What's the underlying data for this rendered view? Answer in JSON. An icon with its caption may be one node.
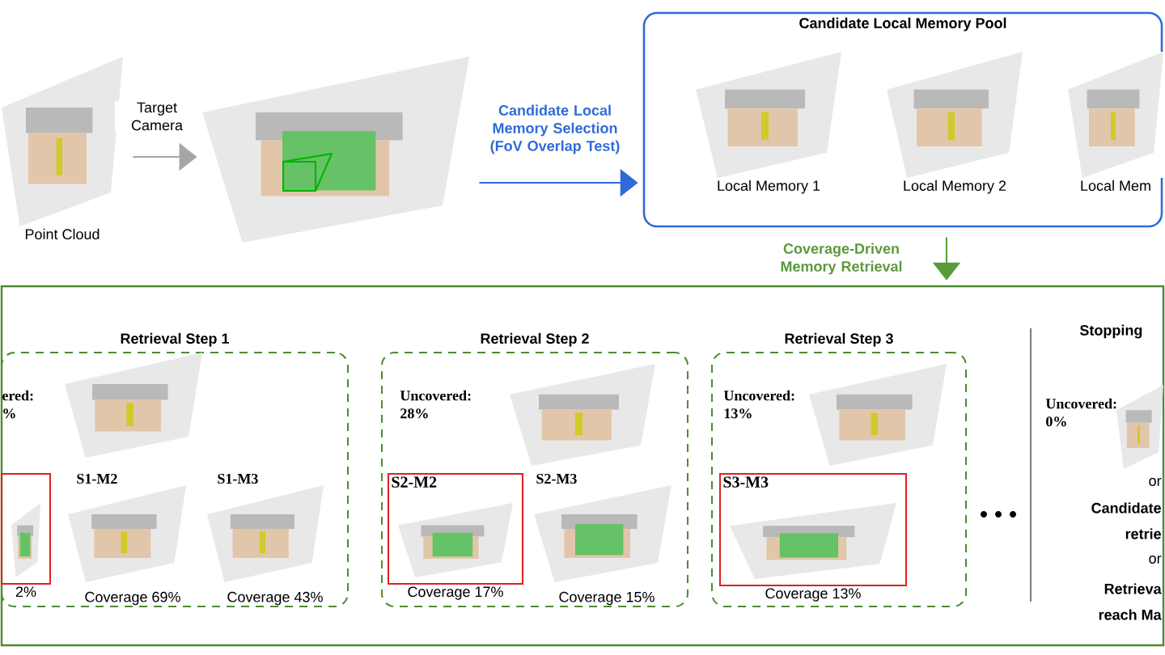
{
  "diagram": {
    "nodes": [
      {
        "text": [],
        "shape": "picture",
        "beside": [
          "Point Cloud"
        ]
      },
      {
        "text": [],
        "shape": "picture"
      },
      {
        "text": [
          "Candidate Local Memory Pool"
        ]
      },
      {
        "text": [],
        "shape": "picture",
        "in": 2,
        "beside": [
          "Local Memory 1"
        ]
      },
      {
        "text": [],
        "shape": "picture",
        "in": 2,
        "beside": [
          "Local Memory 2"
        ]
      },
      {
        "text": [],
        "shape": "picture",
        "in": 2,
        "beside": [
          "Local Mem"
        ]
      },
      {
        "text": [],
        "shape": "box"
      },
      {
        "text": [
          "Retrieval Step 1"
        ],
        "in": 6
      },
      {
        "text": [
          "Retrieval Step 2"
        ],
        "in": 6
      },
      {
        "text": [
          "Retrieval Step 3"
        ],
        "in": 6
      },
      {
        "text": [],
        "shape": "box",
        "in": 7,
        "beside": [
          "2%"
        ]
      },
      {
        "text": [
          "S2-M2"
        ],
        "in": 8,
        "beside": [
          "Coverage 17%"
        ]
      },
      {
        "text": [
          "S3-M3"
        ],
        "in": 9,
        "beside": [
          "Coverage 13%"
        ]
      }
    ],
    "edges": [
      {
        "from": 0,
        "to": 1,
        "arrow": "to",
        "label": "Target Camera",
        "color": "#a6a6a6"
      },
      {
        "from": 1,
        "to": 2,
        "arrow": "to",
        "label": "Candidate Local Memory Selection (FoV Overlap Test)",
        "color": "#2f6bd6"
      },
      {
        "from": 2,
        "to": 6,
        "arrow": "to",
        "label": "Coverage-Driven Memory Retrieval",
        "color": "#5a9a3a"
      }
    ],
    "labels": [
      "ered: %",
      "S1-M2",
      "Coverage 69%",
      "S1-M3",
      "Coverage 43%",
      "Uncovered: 28%",
      "S2-M3",
      "Coverage 15%",
      "Uncovered: 13%",
      "Stopping",
      "Uncovered: 0%",
      "or",
      "Candidate",
      "retrie",
      "or",
      "Retrieva",
      "reach Ma"
    ]
  }
}
